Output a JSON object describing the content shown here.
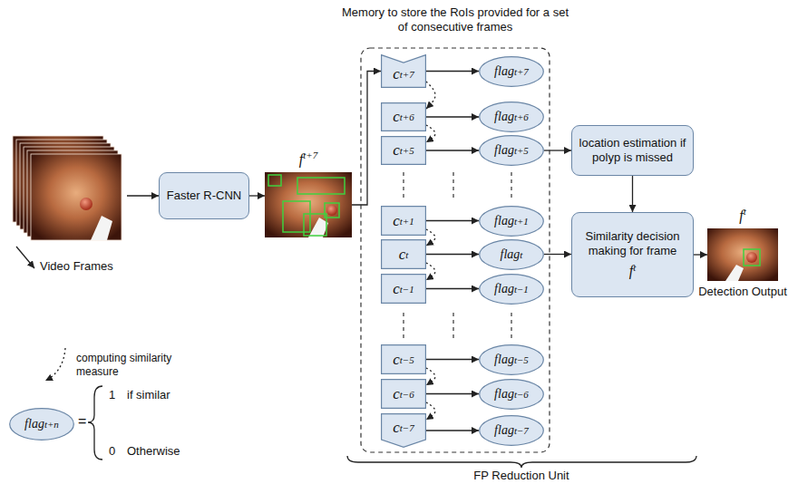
{
  "diagram": {
    "nodes": [
      {
        "text": [
          "Video Frames"
        ]
      },
      {
        "text": [
          "Faster R-CNN"
        ]
      },
      {
        "text": [
          "f",
          "t+7"
        ]
      },
      {
        "text": [
          "Memory to store the RoIs provided for a set of consecutive frames"
        ]
      },
      {
        "text": [
          "c",
          "t+7"
        ],
        "in": 3
      },
      {
        "text": [
          "flag",
          "t+7"
        ],
        "in": 3
      },
      {
        "text": [
          "c",
          "t+6"
        ],
        "in": 3
      },
      {
        "text": [
          "flag",
          "t+6"
        ],
        "in": 3
      },
      {
        "text": [
          "c",
          "t+5"
        ],
        "in": 3
      },
      {
        "text": [
          "flag",
          "t+5"
        ],
        "in": 3
      },
      {
        "text": [
          "c",
          "t+1"
        ],
        "in": 3
      },
      {
        "text": [
          "flag",
          "t+1"
        ],
        "in": 3
      },
      {
        "text": [
          "c",
          "t"
        ],
        "in": 3
      },
      {
        "text": [
          "flag",
          "t"
        ],
        "in": 3
      },
      {
        "text": [
          "c",
          "t−1"
        ],
        "in": 3
      },
      {
        "text": [
          "flag",
          "t−1"
        ],
        "in": 3
      },
      {
        "text": [
          "c",
          "t−5"
        ],
        "in": 3
      },
      {
        "text": [
          "flag",
          "t−5"
        ],
        "in": 3
      },
      {
        "text": [
          "c",
          "t−6"
        ],
        "in": 3
      },
      {
        "text": [
          "flag",
          "t−6"
        ],
        "in": 3
      },
      {
        "text": [
          "c",
          "t−7"
        ],
        "in": 3
      },
      {
        "text": [
          "flag",
          "t−7"
        ],
        "in": 3
      },
      {
        "text": [
          "location estimation if polyp is missed"
        ]
      },
      {
        "text": [
          "Similarity decision making for frame",
          "f",
          "t"
        ]
      },
      {
        "text": [
          "f",
          "t",
          "Detection Output"
        ]
      },
      {
        "text": [
          "flag",
          "t+n"
        ]
      }
    ],
    "edges": [
      {
        "from": 0,
        "to": 1,
        "arrow": "to"
      },
      {
        "from": 1,
        "to": 2,
        "arrow": "to"
      },
      {
        "from": 2,
        "to": 4,
        "arrow": "to"
      },
      {
        "from": 4,
        "to": 5,
        "arrow": "to"
      },
      {
        "from": 6,
        "to": 7,
        "arrow": "to"
      },
      {
        "from": 8,
        "to": 9,
        "arrow": "to"
      },
      {
        "from": 10,
        "to": 11,
        "arrow": "to"
      },
      {
        "from": 12,
        "to": 13,
        "arrow": "to"
      },
      {
        "from": 14,
        "to": 15,
        "arrow": "to"
      },
      {
        "from": 16,
        "to": 17,
        "arrow": "to"
      },
      {
        "from": 18,
        "to": 19,
        "arrow": "to"
      },
      {
        "from": 20,
        "to": 21,
        "arrow": "to"
      },
      {
        "from": 4,
        "to": 6,
        "arrow": "to"
      },
      {
        "from": 6,
        "to": 8,
        "arrow": "to"
      },
      {
        "from": 10,
        "to": 12,
        "arrow": "to"
      },
      {
        "from": 12,
        "to": 14,
        "arrow": "to"
      },
      {
        "from": 16,
        "to": 18,
        "arrow": "to"
      },
      {
        "from": 18,
        "to": 20,
        "arrow": "to"
      },
      {
        "from": 9,
        "to": 22,
        "arrow": "to"
      },
      {
        "from": 13,
        "to": 23,
        "arrow": "to"
      },
      {
        "from": 22,
        "to": 23,
        "arrow": "to"
      },
      {
        "from": 23,
        "to": 24,
        "arrow": "to"
      }
    ],
    "labels": [
      "=",
      "1",
      "if similar",
      "0",
      "Otherwise",
      "FP Reduction Unit"
    ],
    "legend": [
      {
        "text": "computing similarity measure"
      }
    ]
  }
}
